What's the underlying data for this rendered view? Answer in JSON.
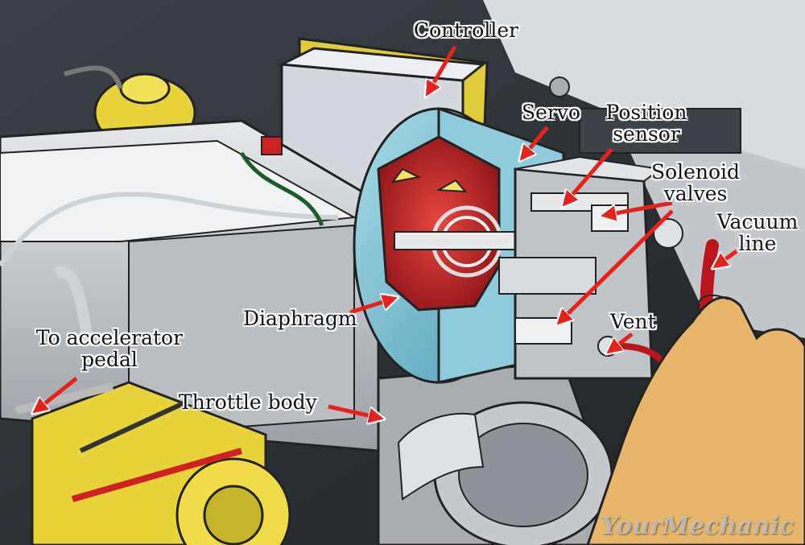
{
  "labels": {
    "controller": "Controller",
    "servo": "Servo",
    "position_sensor_1": "Position",
    "position_sensor_2": "sensor",
    "solenoid_valves_1": "Solenoid",
    "solenoid_valves_2": "valves",
    "vacuum_line_1": "Vacuum",
    "vacuum_line_2": "line",
    "diaphragm": "Diaphragm",
    "vent": "Vent",
    "to_accelerator_pedal_1": "To accelerator",
    "to_accelerator_pedal_2": "pedal",
    "throttle_body": "Throttle body"
  },
  "watermark": "YourMechanic",
  "colors": {
    "arrow": "#e8221b",
    "servo_body": "#7ec3d6",
    "diaphragm": "#c8262a",
    "yellow_parts": "#e8d33a",
    "hand": "#e8b66a"
  }
}
